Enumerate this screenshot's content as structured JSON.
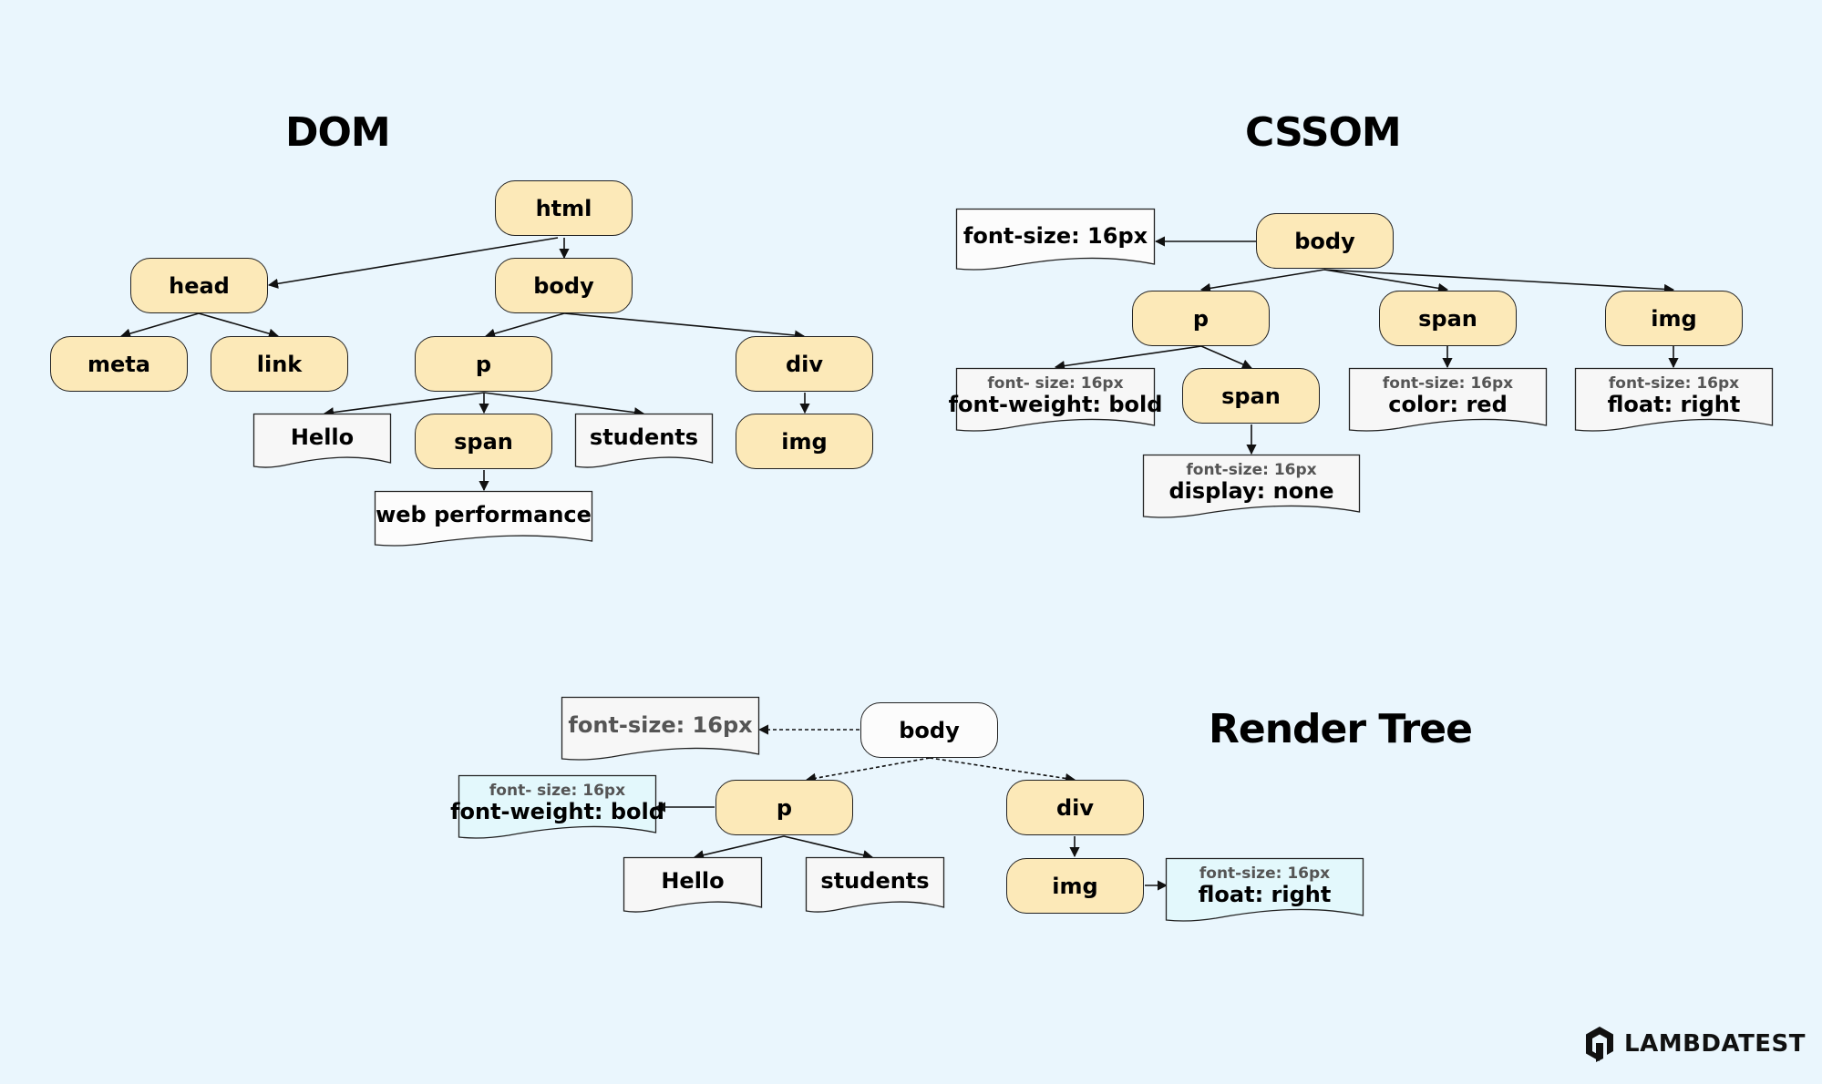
{
  "titles": {
    "dom": "DOM",
    "cssom": "CSSOM",
    "render": "Render Tree"
  },
  "dom": {
    "html": "html",
    "head": "head",
    "body": "body",
    "meta": "meta",
    "link": "link",
    "p": "p",
    "div": "div",
    "hello": "Hello",
    "span": "span",
    "students": "students",
    "img": "img",
    "web_performance": "web performance"
  },
  "cssom": {
    "body_style": "font-size: 16px",
    "body": "body",
    "p": "p",
    "span": "span",
    "img": "img",
    "p_style_sub": "font- size: 16px",
    "p_style_main": "font-weight: bold",
    "p_span": "span",
    "span_style_sub": "font-size: 16px",
    "span_style_main": "color: red",
    "img_style_sub": "font-size: 16px",
    "img_style_main": "float: right",
    "p_span_style_sub": "font-size: 16px",
    "p_span_style_main": "display: none"
  },
  "render": {
    "body_style": "font-size: 16px",
    "body": "body",
    "p_style_sub": "font- size: 16px",
    "p_style_main": "font-weight: bold",
    "p": "p",
    "div": "div",
    "hello": "Hello",
    "students": "students",
    "img": "img",
    "img_style_sub": "font-size: 16px",
    "img_style_main": "float: right"
  },
  "brand": {
    "name": "LAMBDATEST",
    "icon": "lambdatest-logo-icon"
  },
  "colors": {
    "background": "#eaf6fd",
    "node_fill": "#fce9b8",
    "doc_fill": "#f7f7f7",
    "doc_fill_highlight": "#e3f8fc"
  }
}
